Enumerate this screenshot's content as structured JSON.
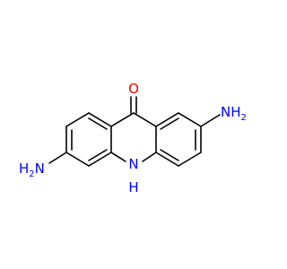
{
  "molecule": {
    "atoms": {
      "carbonyl_oxygen": "O",
      "ring_nitrogen": "N",
      "ring_nitrogen_h": "H",
      "amine_right": "NH2",
      "amine_right_n": "N",
      "amine_right_h": "H",
      "amine_right_sub": "2",
      "amine_left": "H2N",
      "amine_left_h": "H",
      "amine_left_sub": "2",
      "amine_left_n": "N"
    },
    "colors": {
      "bond": "#000000",
      "oxygen": "#ff0000",
      "nitrogen": "#0000ff",
      "background": "#ffffff"
    }
  }
}
